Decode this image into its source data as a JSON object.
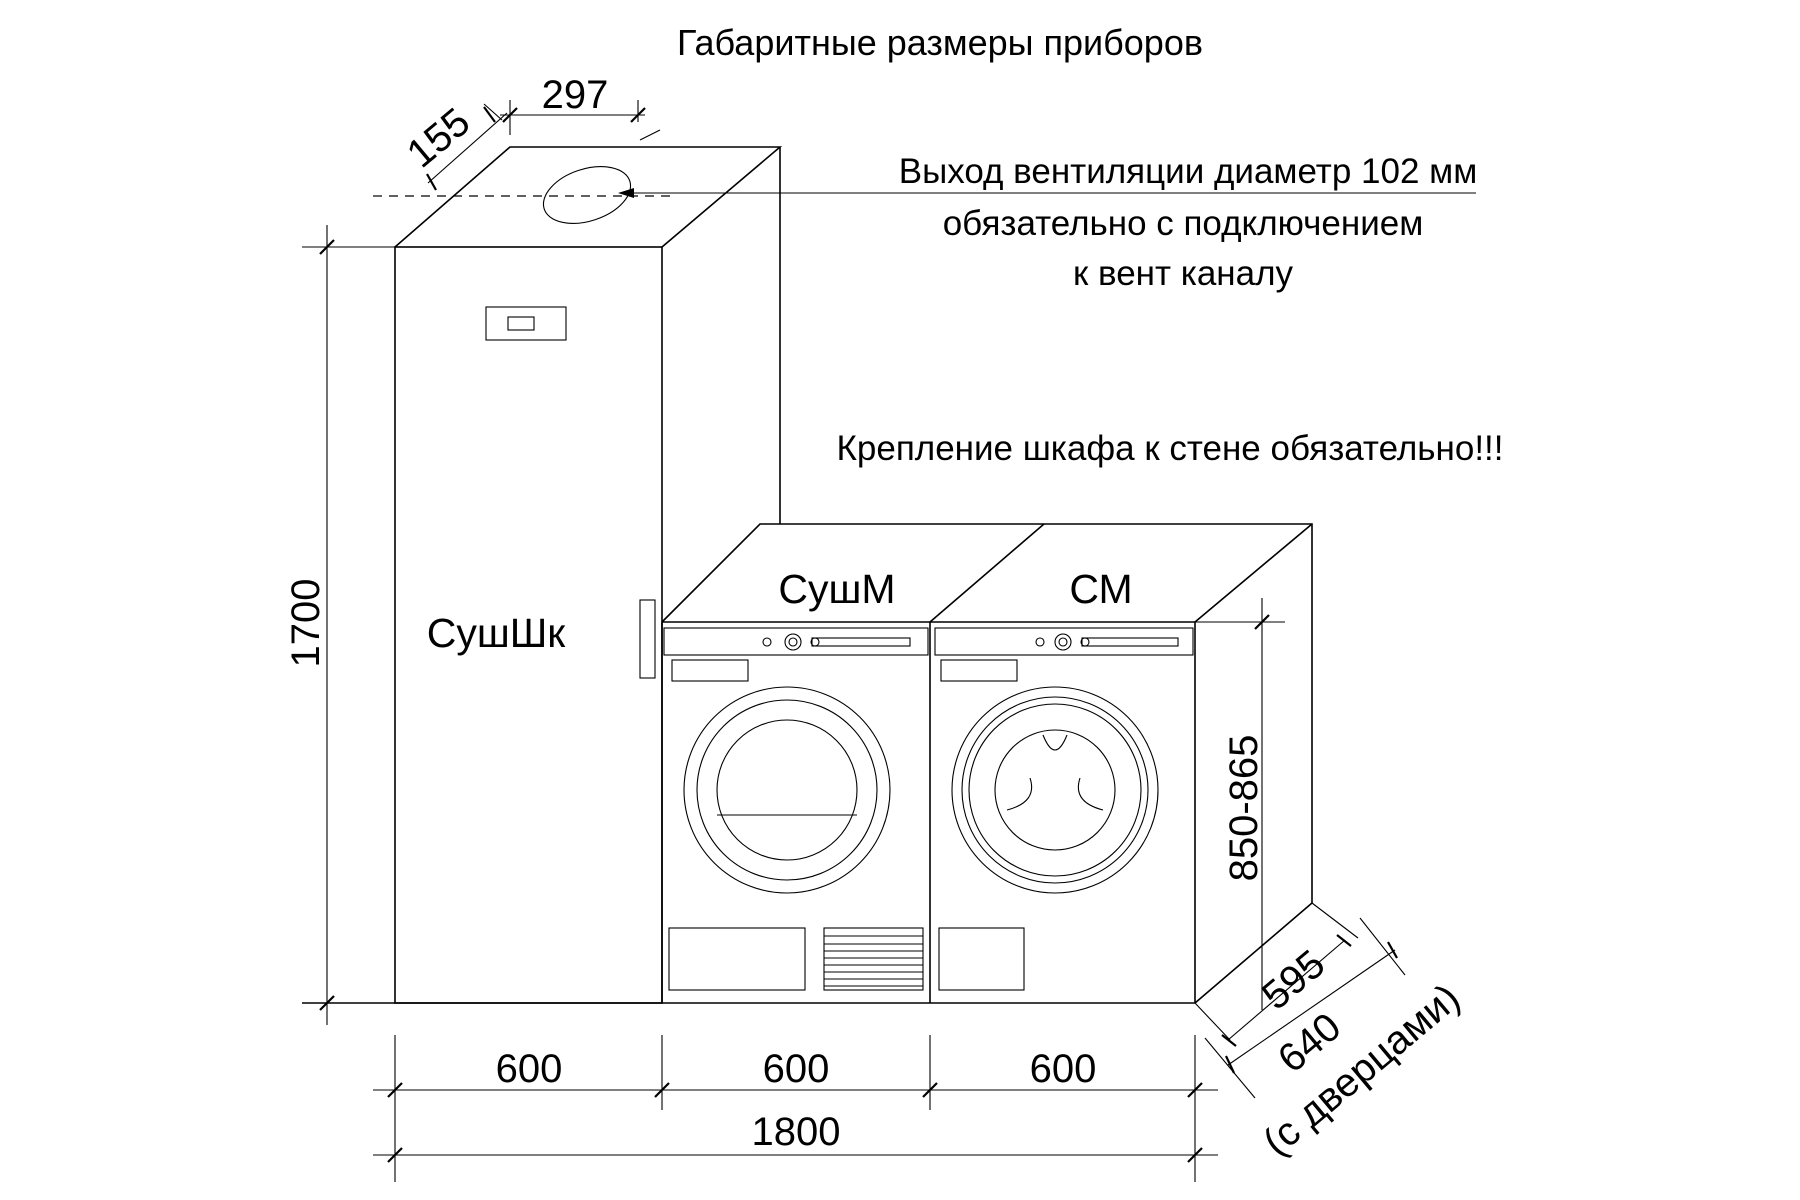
{
  "title": "Габаритные размеры приборов",
  "notes": {
    "vent_line1": "Выход вентиляции диаметр 102 мм",
    "vent_line2": "обязательно с подключением",
    "vent_line3": "к вент каналу",
    "mounting": "Крепление шкафа к стене обязательно!!!"
  },
  "appliances": {
    "drying_cabinet": "СушШк",
    "dryer": "СушМ",
    "washer": "СМ"
  },
  "dimensions": {
    "cabinet_height": "1700",
    "cabinet_top_depth": "155",
    "cabinet_top_width": "297",
    "machine_height": "850-865",
    "width_1": "600",
    "width_2": "600",
    "width_3": "600",
    "total_width": "1800",
    "depth": "595",
    "depth_with_doors": "640",
    "depth_with_doors_note": "(с дверцами)"
  }
}
